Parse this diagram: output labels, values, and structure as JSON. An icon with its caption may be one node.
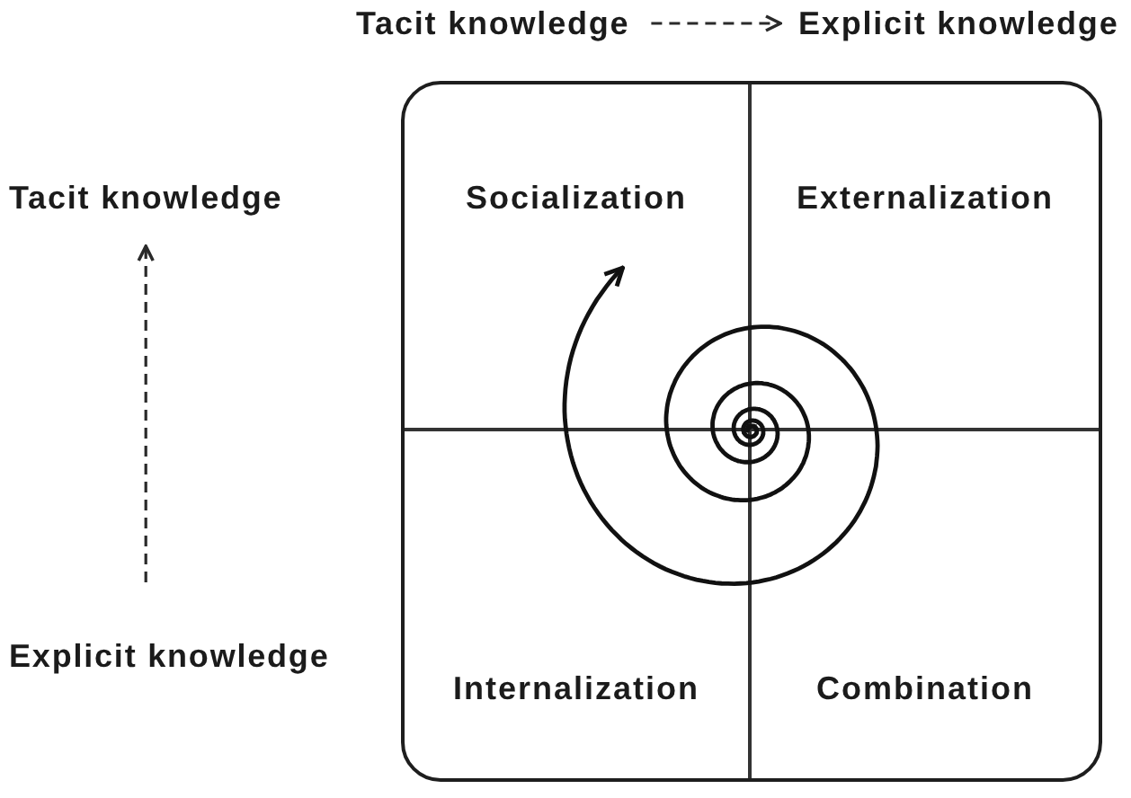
{
  "diagram": {
    "nodes": [
      {
        "text": [
          "Tacit knowledge"
        ]
      },
      {
        "text": [
          "Explicit knowledge"
        ]
      },
      {
        "text": [
          "Tacit knowledge"
        ]
      },
      {
        "text": [
          "Explicit knowledge"
        ]
      },
      {
        "text": [],
        "shape": "box"
      },
      {
        "text": [
          "Socialization"
        ],
        "in": 4
      },
      {
        "text": [
          "Externalization"
        ],
        "in": 4
      },
      {
        "text": [
          "Internalization"
        ],
        "in": 4
      },
      {
        "text": [
          "Combination"
        ],
        "in": 4
      }
    ],
    "edges": [
      {
        "from": 0,
        "to": 1,
        "arrow": "to",
        "style": "dashed"
      },
      {
        "from": 3,
        "to": 2,
        "arrow": "to",
        "style": "dashed"
      }
    ]
  }
}
